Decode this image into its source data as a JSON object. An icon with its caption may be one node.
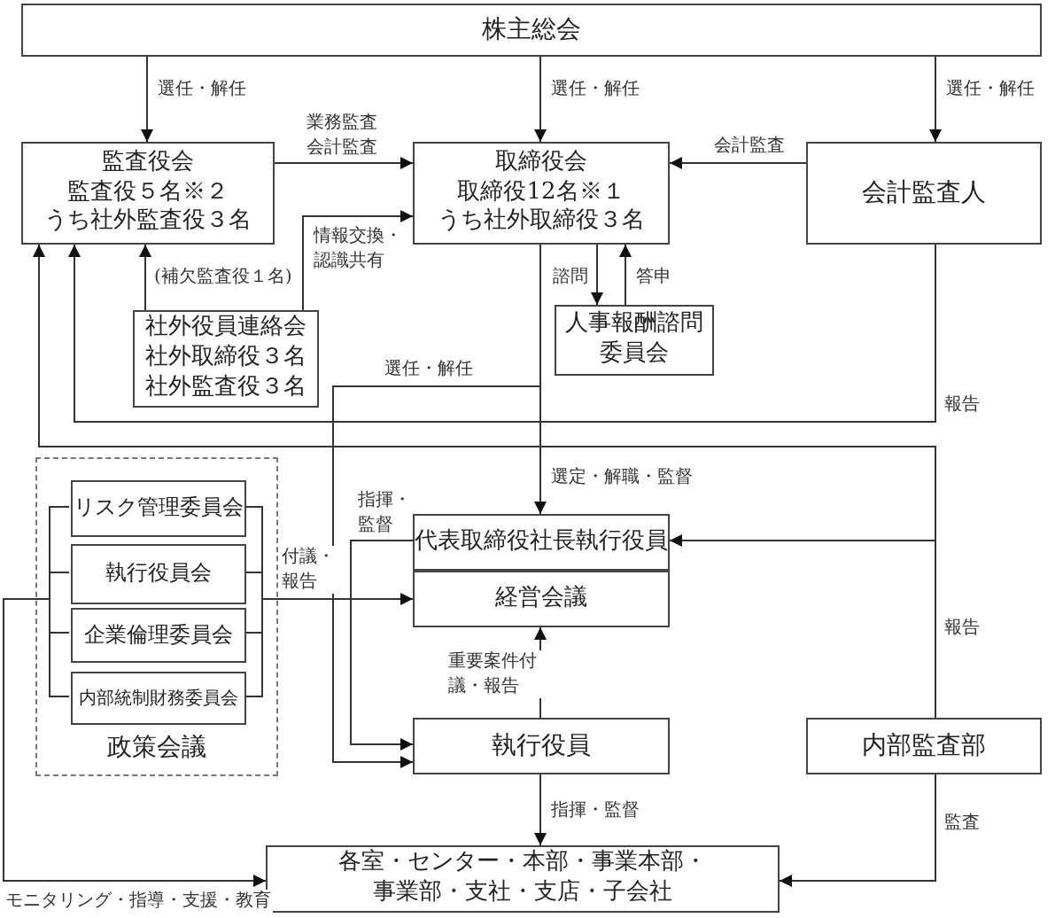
{
  "diagram": {
    "nodes": [
      {
        "text": [
          "株主総会"
        ]
      },
      {
        "text": [
          "監査役会",
          "監査役５名※２",
          "うち社外監査役３名"
        ]
      },
      {
        "text": [
          "取締役会",
          "取締役12名※１",
          "うち社外取締役３名"
        ]
      },
      {
        "text": [
          "会計監査人"
        ]
      },
      {
        "text": [
          "社外役員連絡会",
          "社外取締役３名",
          "社外監査役３名"
        ]
      },
      {
        "text": [
          "人事報酬諮問委員会"
        ]
      },
      {
        "text": [
          "政策会議"
        ]
      },
      {
        "text": [
          "リスク管理委員会"
        ],
        "in": 6
      },
      {
        "text": [
          "執行役員会"
        ],
        "in": 6
      },
      {
        "text": [
          "企業倫理委員会"
        ],
        "in": 6
      },
      {
        "text": [
          "内部統制財務委員会"
        ],
        "in": 6
      },
      {
        "text": [
          "代表取締役社長執行役員"
        ]
      },
      {
        "text": [
          "経営会議"
        ]
      },
      {
        "text": [
          "執行役員"
        ]
      },
      {
        "text": [
          "内部監査部"
        ]
      },
      {
        "text": [
          "各室・センター・本部・事業本部・事業部・支社・支店・子会社"
        ]
      }
    ],
    "edges": [
      {
        "from": 0,
        "to": 1,
        "arrow": "to",
        "label": "選任・解任"
      },
      {
        "from": 0,
        "to": 2,
        "arrow": "to",
        "label": "選任・解任"
      },
      {
        "from": 0,
        "to": 3,
        "arrow": "to",
        "label": "選任・解任"
      },
      {
        "from": 1,
        "to": 2,
        "arrow": "to",
        "label": "業務監査会計監査"
      },
      {
        "from": 3,
        "to": 2,
        "arrow": "to",
        "label": "会計監査"
      },
      {
        "from": 4,
        "to": 2,
        "arrow": "to",
        "label": "情報交換・認識共有"
      },
      {
        "from": 4,
        "to": 1,
        "arrow": "to",
        "label": "(補欠監査役１名)"
      },
      {
        "from": 2,
        "to": 5,
        "arrow": "to",
        "label": "諮問"
      },
      {
        "from": 5,
        "to": 2,
        "arrow": "to",
        "label": "答申"
      },
      {
        "from": 3,
        "to": 1,
        "arrow": "to",
        "label": "報告"
      },
      {
        "from": 14,
        "to": 1,
        "arrow": "to",
        "label": "報告"
      },
      {
        "from": 14,
        "to": 11,
        "arrow": "to"
      },
      {
        "from": 2,
        "to": 11,
        "arrow": "to",
        "label": "選定・解職・監督"
      },
      {
        "from": 2,
        "to": 13,
        "arrow": "to",
        "label": "選任・解任"
      },
      {
        "from": 11,
        "to": 13,
        "arrow": "to",
        "label": "指揮・監督"
      },
      {
        "from": 6,
        "to": 12,
        "arrow": "to",
        "label": "付議・報告"
      },
      {
        "from": 13,
        "to": 12,
        "arrow": "to",
        "label": "重要案件付議・報告"
      },
      {
        "from": 13,
        "to": 15,
        "arrow": "to",
        "label": "指揮・監督"
      },
      {
        "from": 14,
        "to": 15,
        "arrow": "to",
        "label": "監査"
      },
      {
        "from": 6,
        "to": 15,
        "arrow": "to",
        "label": "モニタリング・指導・支援・教育"
      }
    ]
  }
}
